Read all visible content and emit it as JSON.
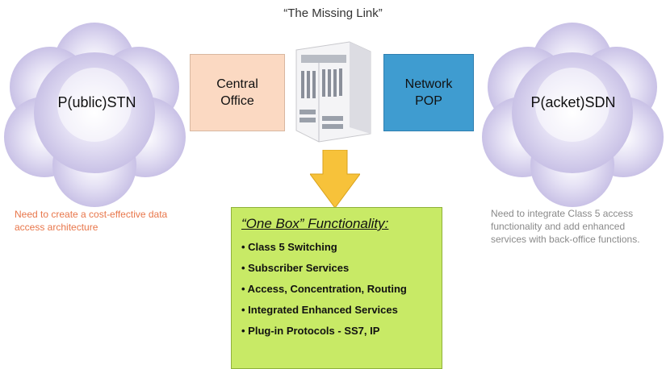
{
  "title": "“The Missing Link”",
  "clouds": {
    "left_label": "P(ublic)STN",
    "right_label": "P(acket)SDN"
  },
  "boxes": {
    "central_office": [
      "Central",
      "Office"
    ],
    "network_pop": [
      "Network",
      "POP"
    ]
  },
  "functionality": {
    "title": "“One Box” Functionality:",
    "items": [
      "• Class 5 Switching",
      "• Subscriber Services",
      "• Access, Concentration, Routing",
      "• Integrated Enhanced Services",
      "• Plug-in Protocols - SS7, IP"
    ]
  },
  "notes": {
    "left": "Need to create a cost-effective data access architecture",
    "right": "Need to integrate Class 5 access functionality and add enhanced services with back-office functions."
  },
  "colors": {
    "cloud": "#c9c2e6",
    "central_office": "#fbd9c2",
    "network_pop": "#3f9cd0",
    "arrow": "#f7c23a",
    "functionality_box": "#c8ea66",
    "left_note": "#e8764a",
    "right_note": "#8a8a8a"
  }
}
